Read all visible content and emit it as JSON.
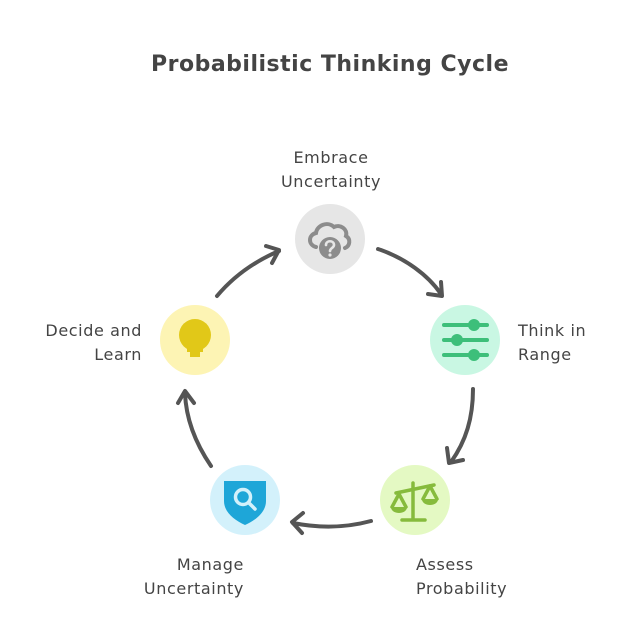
{
  "title": "Probabilistic Thinking Cycle",
  "nodes": [
    {
      "id": "embrace-uncertainty",
      "line1": "Embrace",
      "line2": "Uncertainty",
      "icon": "cloud-question-icon",
      "bg": "#e6e6e6",
      "fg": "#8c8c8c"
    },
    {
      "id": "think-in-range",
      "line1": "Think in",
      "line2": "Range",
      "icon": "sliders-icon",
      "bg": "#c9f7e3",
      "fg": "#3dbf7a"
    },
    {
      "id": "assess-probability",
      "line1": "Assess",
      "line2": "Probability",
      "icon": "balance-scale-icon",
      "bg": "#e4f9c3",
      "fg": "#86bb3c"
    },
    {
      "id": "manage-uncertainty",
      "line1": "Manage",
      "line2": "Uncertainty",
      "icon": "shield-search-icon",
      "bg": "#d3f1fb",
      "fg": "#1ea6d8"
    },
    {
      "id": "decide-and-learn",
      "line1": "Decide and",
      "line2": "Learn",
      "icon": "lightbulb-icon",
      "bg": "#fdf4b4",
      "fg": "#e1c818"
    }
  ],
  "cycle_order": [
    "embrace-uncertainty",
    "think-in-range",
    "assess-probability",
    "manage-uncertainty",
    "decide-and-learn"
  ],
  "arrow_color": "#555555"
}
